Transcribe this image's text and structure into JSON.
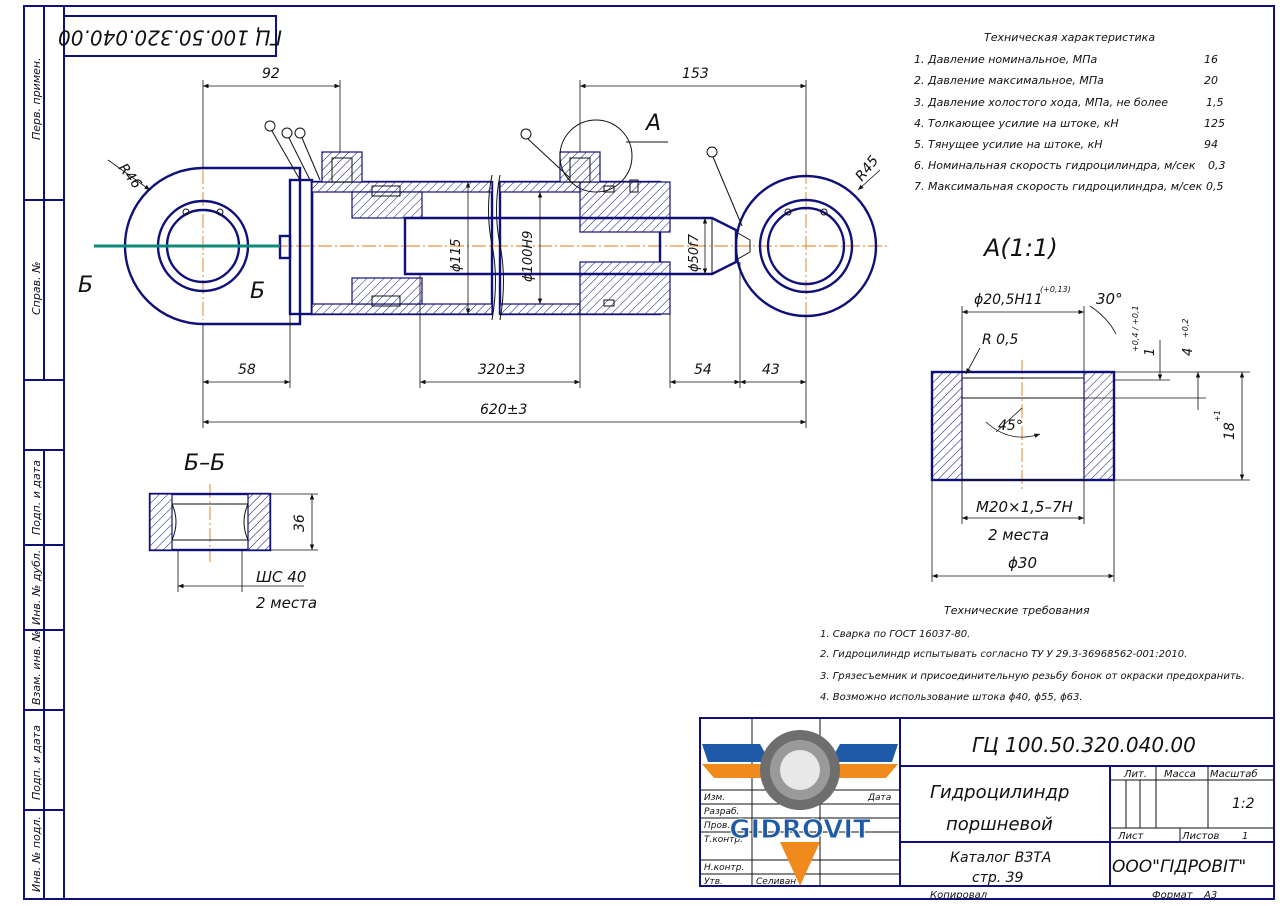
{
  "drawing_number": "ГЦ 100.50.320.040.00",
  "side_labels": [
    "Перв. примен.",
    "Справ. №",
    "Подп. и дата",
    "Инв. № дубл.",
    "Взам. инв. №",
    "Подп. и дата",
    "Инв. № подл."
  ],
  "main_view": {
    "dims": {
      "d92": "92",
      "d153": "153",
      "r46": "R46",
      "r45": "R45",
      "d58": "58",
      "d320": "320±3",
      "d54": "54",
      "d43": "43",
      "d620": "620±3",
      "phi115": "ϕ115",
      "phi100": "ϕ100H9",
      "phi50": "ϕ50f7"
    },
    "section_label": "Б",
    "detail_label": "А"
  },
  "section_bb": {
    "title": "Б–Б",
    "d36": "36",
    "bearing": "ШС 40",
    "places": "2 места"
  },
  "detail_a": {
    "title": "А(1:1)",
    "thread_od": "ϕ20,5H11",
    "thread_od_tol": "(+0,13)",
    "angle30": "30°",
    "r05": "R 0,5",
    "d1": "1",
    "d1_tol": "+0,4 / +0,1",
    "d4": "4",
    "d4_tol": "+0,2",
    "d18": "18",
    "d18_tol": "+1",
    "angle45": "45°",
    "thread": "М20×1,5–7Н",
    "places": "2 места",
    "phi30": "ϕ30"
  },
  "specs": {
    "title": "Техническая характеристика",
    "rows": [
      {
        "label": "1. Давление номинальное, МПа",
        "value": "16"
      },
      {
        "label": "2. Давление максимальное, МПа",
        "value": "20"
      },
      {
        "label": "3. Давление холостого хода, МПа, не более",
        "value": "1,5"
      },
      {
        "label": "4. Толкающее усилие на штоке, кН",
        "value": "125"
      },
      {
        "label": "5. Тянущее усилие на штоке, кН",
        "value": "94"
      },
      {
        "label": "6. Номинальная скорость гидроцилиндра, м/сек",
        "value": "0,3"
      },
      {
        "label": "7. Максимальная скорость гидроцилиндра, м/сек",
        "value": "0,5"
      }
    ]
  },
  "requirements": {
    "title": "Технические требования",
    "items": [
      "1. Сварка по ГОСТ 16037-80.",
      "2. Гидроцилиндр испытывать согласно ТУ У 29.3-36968562-001:2010.",
      "3. Грязесъемник и присоединительную резьбу бонок от окраски предохранить.",
      "4. Возможно использование штока ϕ40, ϕ55, ϕ63."
    ]
  },
  "title_block": {
    "number": "ГЦ 100.50.320.040.00",
    "name_line1": "Гидроцилиндр",
    "name_line2": "поршневой",
    "catalog_line1": "Каталог ВЗТА",
    "catalog_line2": "стр. 39",
    "company": "ООО\"ГІДРОВІТ\"",
    "lit": "Лит.",
    "mass": "Масса",
    "scale_label": "Масштаб",
    "scale": "1:2",
    "sheet": "Лист",
    "sheets": "Листов",
    "sheets_count": "1",
    "rows": [
      "Изм.",
      "Разраб.",
      "Пров.",
      "Т.контр.",
      "Н.контр.",
      "Утв."
    ],
    "date": "Дата",
    "approver": "Селиван",
    "copied": "Копировал",
    "format_label": "Формат",
    "format": "А3",
    "logo": "GIDROVIT"
  },
  "colors": {
    "frame": "#10107a",
    "axis": "#e07a1a",
    "section_line": "#0d8a7a",
    "logo_blue": "#1e5aa8",
    "logo_orange": "#f08a1c"
  }
}
